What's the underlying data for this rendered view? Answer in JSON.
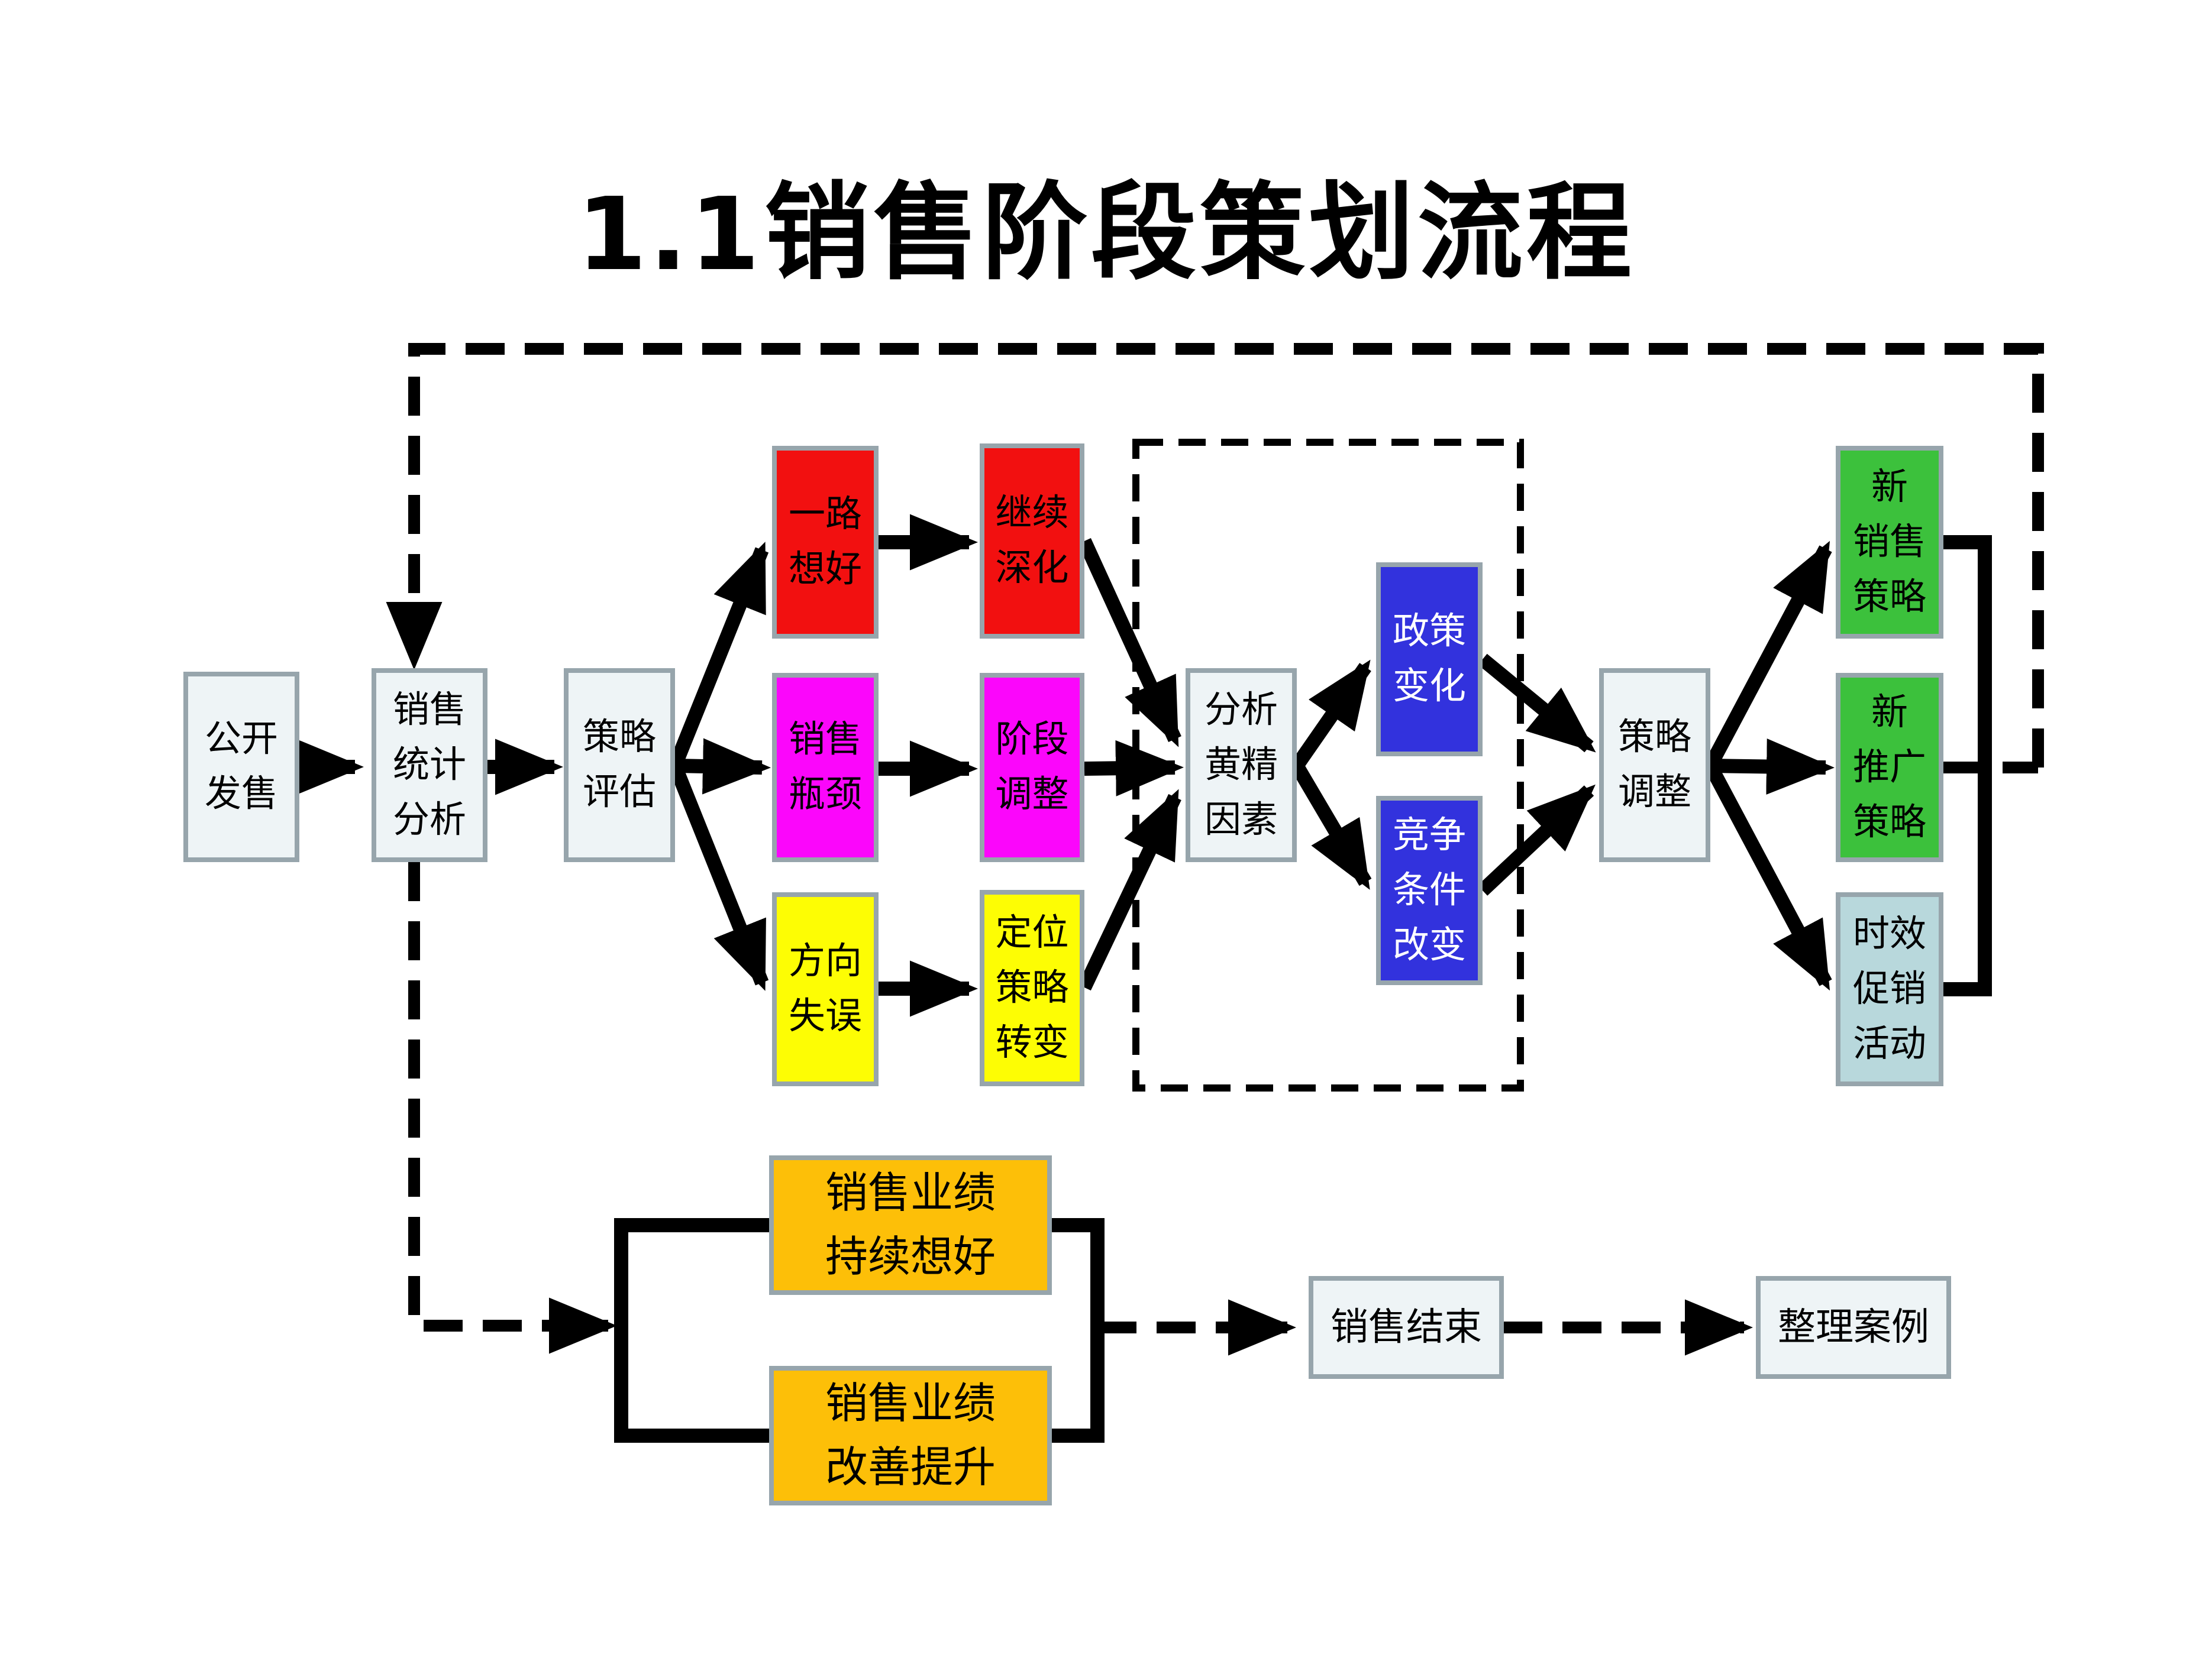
{
  "title": {
    "number": "1.1",
    "text": "销售阶段策划流程"
  },
  "nodes": {
    "open_sale": {
      "label": "公开\n发售"
    },
    "stats_analysis": {
      "label": "销售\n统计\n分析"
    },
    "strategy_eval": {
      "label": "策略\n评估"
    },
    "going_well": {
      "label": "一路\n想好"
    },
    "continue_deepen": {
      "label": "继续\n深化"
    },
    "sales_bottleneck": {
      "label": "销售\n瓶颈"
    },
    "stage_adjust": {
      "label": "阶段\n调整"
    },
    "wrong_direction": {
      "label": "方向\n失误"
    },
    "positioning_change": {
      "label": "定位\n策略\n转变"
    },
    "analyze_factors": {
      "label": "分析\n黄精\n因素"
    },
    "policy_change": {
      "label": "政策\n变化"
    },
    "competition_change": {
      "label": "竞争\n条件\n改变"
    },
    "strategy_adjust": {
      "label": "策略\n调整"
    },
    "new_sales_strategy": {
      "label": "新\n销售\n策略"
    },
    "new_promo_strategy": {
      "label": "新\n推广\n策略"
    },
    "time_promo": {
      "label": "时效\n促销\n活动"
    },
    "perf_keep_good": {
      "label": "销售业绩\n持续想好"
    },
    "perf_improve": {
      "label": "销售业绩\n改善提升"
    },
    "sales_end": {
      "label": "销售结束"
    },
    "organize_cases": {
      "label": "整理案例"
    }
  },
  "colors": {
    "box_border": "#97a5ac",
    "light_fill": "#eef4f6",
    "red": "#f21010",
    "magenta": "#fb06fb",
    "yellow": "#fdfd04",
    "blue": "#3232dd",
    "green": "#3cc13c",
    "teal": "#b8d8dc",
    "orange": "#fdbf08",
    "line": "#000000",
    "title_text": "#000000"
  },
  "edges": [
    {
      "from": "open_sale",
      "to": "stats_analysis",
      "style": "solid"
    },
    {
      "from": "stats_analysis",
      "to": "strategy_eval",
      "style": "solid"
    },
    {
      "from": "strategy_eval",
      "to": "going_well",
      "style": "solid"
    },
    {
      "from": "strategy_eval",
      "to": "sales_bottleneck",
      "style": "solid"
    },
    {
      "from": "strategy_eval",
      "to": "wrong_direction",
      "style": "solid"
    },
    {
      "from": "going_well",
      "to": "continue_deepen",
      "style": "solid"
    },
    {
      "from": "sales_bottleneck",
      "to": "stage_adjust",
      "style": "solid"
    },
    {
      "from": "wrong_direction",
      "to": "positioning_change",
      "style": "solid"
    },
    {
      "from": "continue_deepen",
      "to": "analyze_factors",
      "style": "solid"
    },
    {
      "from": "stage_adjust",
      "to": "analyze_factors",
      "style": "solid"
    },
    {
      "from": "positioning_change",
      "to": "analyze_factors",
      "style": "solid"
    },
    {
      "from": "analyze_factors",
      "to": "policy_change",
      "style": "solid"
    },
    {
      "from": "analyze_factors",
      "to": "competition_change",
      "style": "solid"
    },
    {
      "from": "policy_change",
      "to": "strategy_adjust",
      "style": "solid"
    },
    {
      "from": "competition_change",
      "to": "strategy_adjust",
      "style": "solid"
    },
    {
      "from": "strategy_adjust",
      "to": "new_sales_strategy",
      "style": "solid"
    },
    {
      "from": "strategy_adjust",
      "to": "new_promo_strategy",
      "style": "solid"
    },
    {
      "from": "strategy_adjust",
      "to": "time_promo",
      "style": "solid"
    },
    {
      "from": "right_column_bracket",
      "to": "stats_analysis",
      "style": "dashed-feedback-loop"
    },
    {
      "from": "stats_analysis",
      "to": "performance_bracket",
      "style": "dashed"
    },
    {
      "from": "performance_bracket",
      "to": "sales_end",
      "style": "dashed"
    },
    {
      "from": "sales_end",
      "to": "organize_cases",
      "style": "dashed"
    }
  ]
}
